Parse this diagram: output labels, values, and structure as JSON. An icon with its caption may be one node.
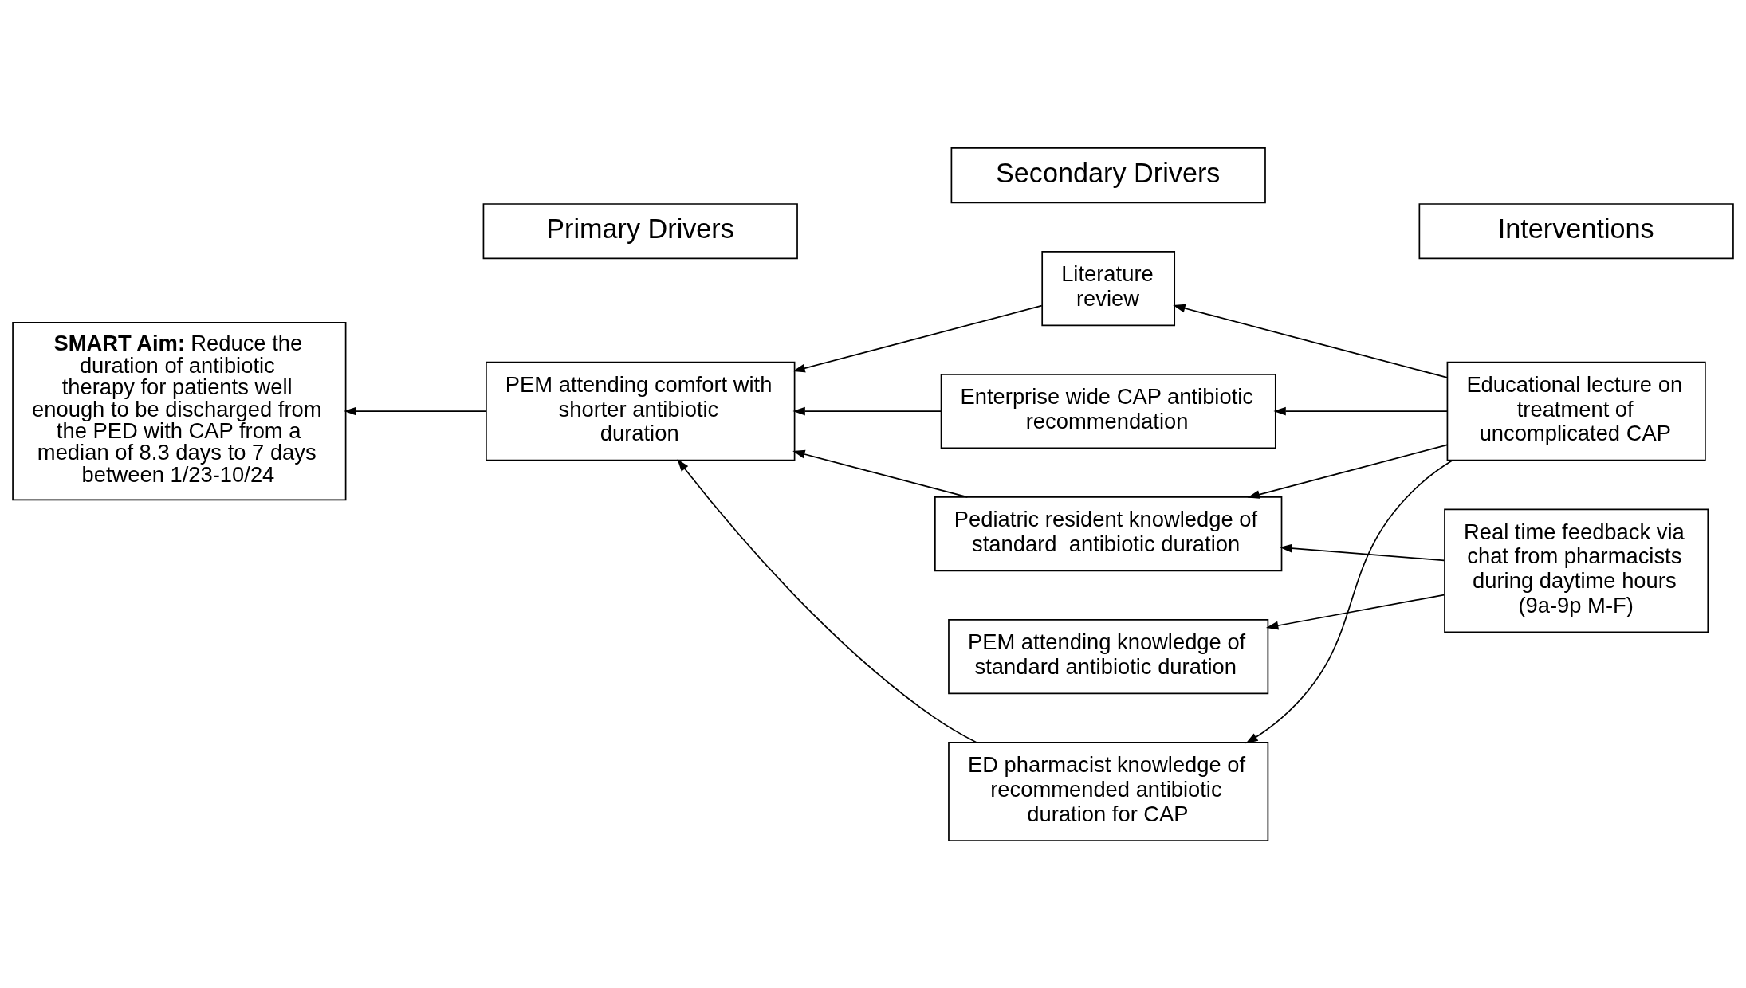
{
  "diagram": {
    "nodes": [
      {
        "text": [
          "Primary Drivers"
        ]
      },
      {
        "text": [
          "Secondary Drivers"
        ]
      },
      {
        "text": [
          "Interventions"
        ]
      },
      {
        "text": [
          "**SMART Aim:** Reduce the duration of antibiotic therapy for patients well enough to be discharged from the PED with CAP from a median of 8.3 days to 7 days between 1/23-10/24"
        ]
      },
      {
        "text": [
          "PEM attending comfort with shorter antibiotic duration"
        ]
      },
      {
        "text": [
          "Literature review"
        ]
      },
      {
        "text": [
          "Enterprise wide CAP antibiotic recommendation"
        ]
      },
      {
        "text": [
          "Pediatric resident knowledge of standard  antibiotic duration"
        ]
      },
      {
        "text": [
          "PEM attending knowledge of standard antibiotic duration"
        ]
      },
      {
        "text": [
          "ED pharmacist knowledge of recommended antibiotic duration for CAP"
        ]
      },
      {
        "text": [
          "Educational lecture on treatment of uncomplicated CAP"
        ]
      },
      {
        "text": [
          "Real time feedback via chat from pharmacists during daytime hours (9a-9p M-F)"
        ]
      }
    ],
    "edges": [
      {
        "from": 4,
        "to": 3,
        "arrow": "to"
      },
      {
        "from": 5,
        "to": 4,
        "arrow": "to"
      },
      {
        "from": 6,
        "to": 4,
        "arrow": "to"
      },
      {
        "from": 7,
        "to": 4,
        "arrow": "to"
      },
      {
        "from": 9,
        "to": 4,
        "arrow": "to"
      },
      {
        "from": 10,
        "to": 5,
        "arrow": "to"
      },
      {
        "from": 10,
        "to": 6,
        "arrow": "to"
      },
      {
        "from": 10,
        "to": 7,
        "arrow": "to"
      },
      {
        "from": 10,
        "to": 9,
        "arrow": "to"
      },
      {
        "from": 11,
        "to": 7,
        "arrow": "to"
      },
      {
        "from": 11,
        "to": 8,
        "arrow": "to"
      }
    ]
  }
}
